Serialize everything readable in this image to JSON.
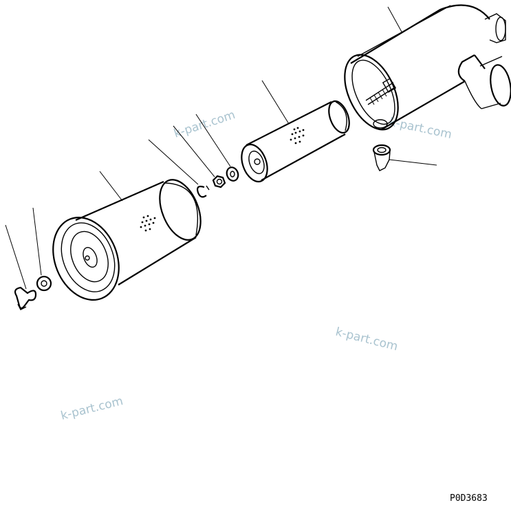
{
  "diagram": {
    "code": "P0D3683",
    "watermarks": [
      "k-part.com",
      "k-part.com",
      "k-part.com",
      "k-part.com"
    ]
  },
  "colors": {
    "line": "#000000",
    "watermark": "#a9c3cf",
    "background": "#ffffff"
  }
}
